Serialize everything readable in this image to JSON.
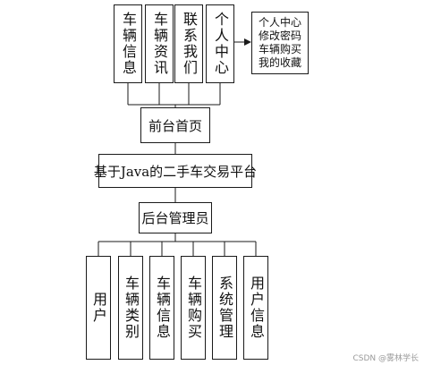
{
  "top_modules": [
    "车辆信息",
    "车辆资讯",
    "联系我们",
    "个人中心"
  ],
  "personal_center_note": "个人中心\n修改密码\n车辆购买\n我的收藏",
  "front_page": "前台首页",
  "system_title": "基于Java的二手车交易平台",
  "admin": "后台管理员",
  "bottom_modules": [
    "用户",
    "车辆类别",
    "车辆信息",
    "车辆购买",
    "系统管理",
    "用户信息"
  ],
  "watermark": "CSDN @雾林学长"
}
